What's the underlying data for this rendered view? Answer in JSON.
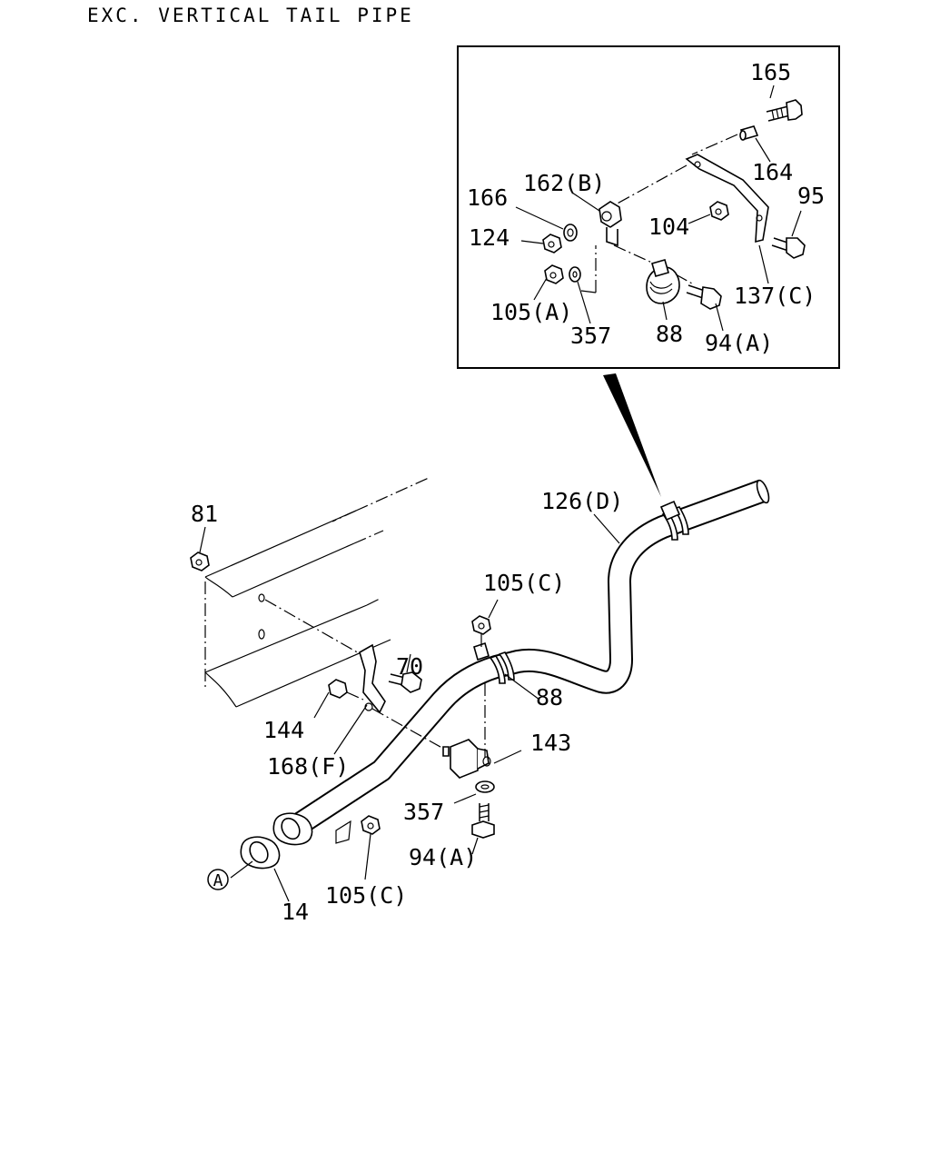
{
  "title": "EXC. VERTICAL TAIL PIPE",
  "labels": {
    "p165": "165",
    "p164": "164",
    "p162b": "162(B)",
    "p166": "166",
    "p95": "95",
    "p104": "104",
    "p124": "124",
    "p137c": "137(C)",
    "p105a": "105(A)",
    "p357_inset": "357",
    "p88_inset": "88",
    "p94a_inset": "94(A)",
    "p126d": "126(D)",
    "p81": "81",
    "p105c_top": "105(C)",
    "p70": "70",
    "p88_main": "88",
    "p144": "144",
    "p143": "143",
    "p168f": "168(F)",
    "p357_main": "357",
    "p94a_main": "94(A)",
    "p105c_bottom": "105(C)",
    "p14": "14",
    "ref_a": "A"
  }
}
